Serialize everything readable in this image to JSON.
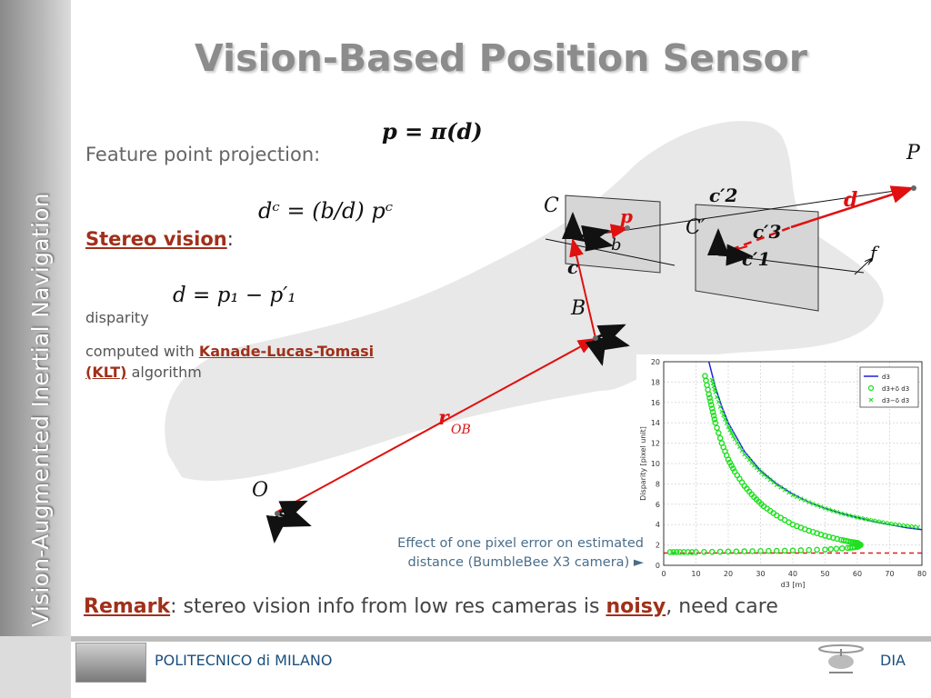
{
  "sidebar": {
    "text": "Vision-Augmented Inertial Navigation"
  },
  "title": "Vision-Based Position Sensor",
  "bullets": {
    "feature": "Feature point projection:",
    "stereo_label": "Stereo vision",
    "stereo_colon": ":",
    "disparity": "disparity",
    "computed_prefix": "computed with ",
    "klt_1": "Kanade-Lucas-Tomasi",
    "klt_2": "(KLT)",
    "algorithm": " algorithm"
  },
  "equations": {
    "projection": "p = π(d)",
    "stereo": "dᶜ = (b/d) pᶜ",
    "disparity": "d = p₁ − p′₁"
  },
  "diagram_labels": {
    "P": "P",
    "C": "C",
    "Cprime": "C′",
    "B": "B",
    "O": "O",
    "f": "f",
    "p": "p",
    "d": "d",
    "b": "b",
    "c": "c",
    "c2": "c′2",
    "c3": "c′3",
    "c1": "c′1",
    "rOB": "r",
    "rOB_sub": "OB"
  },
  "caption": {
    "line1": "Effect of one pixel error on estimated",
    "line2": "distance (BumbleBee X3 camera) ►"
  },
  "remark": {
    "label": "Remark",
    "text_1": ": stereo vision info from low res cameras is ",
    "noisy": "noisy",
    "text_2": ", need care"
  },
  "footer": {
    "left": "POLITECNICO di MILANO",
    "right": "DIA"
  },
  "colors": {
    "accent": "#a0301a",
    "title": "#8c8c8c",
    "footer_text": "#1b4f7e",
    "vector": "#e01010"
  },
  "chart_data": {
    "type": "line",
    "xlabel": "d3 [m]",
    "ylabel": "Disparity [pixel unit]",
    "xlim": [
      0,
      80
    ],
    "ylim": [
      0,
      20
    ],
    "xticks": [
      0,
      10,
      20,
      30,
      40,
      50,
      60,
      70,
      80
    ],
    "yticks": [
      0,
      2,
      4,
      6,
      8,
      10,
      12,
      14,
      16,
      18,
      20
    ],
    "grid": true,
    "legend_position": "top-right",
    "series": [
      {
        "name": "d3",
        "style": "line",
        "color": "#2020e0",
        "x": [
          14,
          16,
          18,
          20,
          25,
          30,
          35,
          40,
          45,
          50,
          55,
          60,
          65,
          70,
          75,
          80
        ],
        "values": [
          20,
          17.5,
          15.6,
          14,
          11.2,
          9.3,
          8,
          7,
          6.2,
          5.6,
          5.1,
          4.7,
          4.3,
          4,
          3.7,
          3.5
        ]
      },
      {
        "name": "d3+δ d3",
        "style": "circle",
        "color": "#20e020",
        "x": [
          12.8,
          14,
          15,
          16,
          18,
          20,
          22,
          25,
          28,
          31,
          35,
          40,
          45,
          50,
          55,
          58,
          60,
          61,
          60,
          57,
          50,
          40,
          30,
          20,
          10,
          5,
          1
        ],
        "values": [
          18.6,
          16.8,
          15.4,
          14,
          12,
          10.4,
          9.2,
          7.8,
          6.7,
          5.8,
          4.9,
          4,
          3.4,
          2.9,
          2.5,
          2.3,
          2.2,
          2.0,
          1.8,
          1.7,
          1.55,
          1.45,
          1.4,
          1.35,
          1.3,
          1.3,
          1.3
        ]
      },
      {
        "name": "d3−δ d3",
        "style": "cross",
        "color": "#20e020",
        "x": [
          15,
          16,
          18,
          20,
          22,
          25,
          28,
          31,
          35,
          40,
          45,
          50,
          55,
          60,
          65,
          70,
          75,
          80
        ],
        "values": [
          18.2,
          17,
          15.1,
          13.6,
          12.4,
          10.9,
          9.8,
          8.9,
          7.9,
          6.9,
          6.2,
          5.6,
          5.1,
          4.7,
          4.4,
          4.1,
          3.9,
          3.7
        ]
      }
    ],
    "reference": {
      "style": "dashed",
      "color": "#e02020",
      "value": 1.2
    }
  }
}
